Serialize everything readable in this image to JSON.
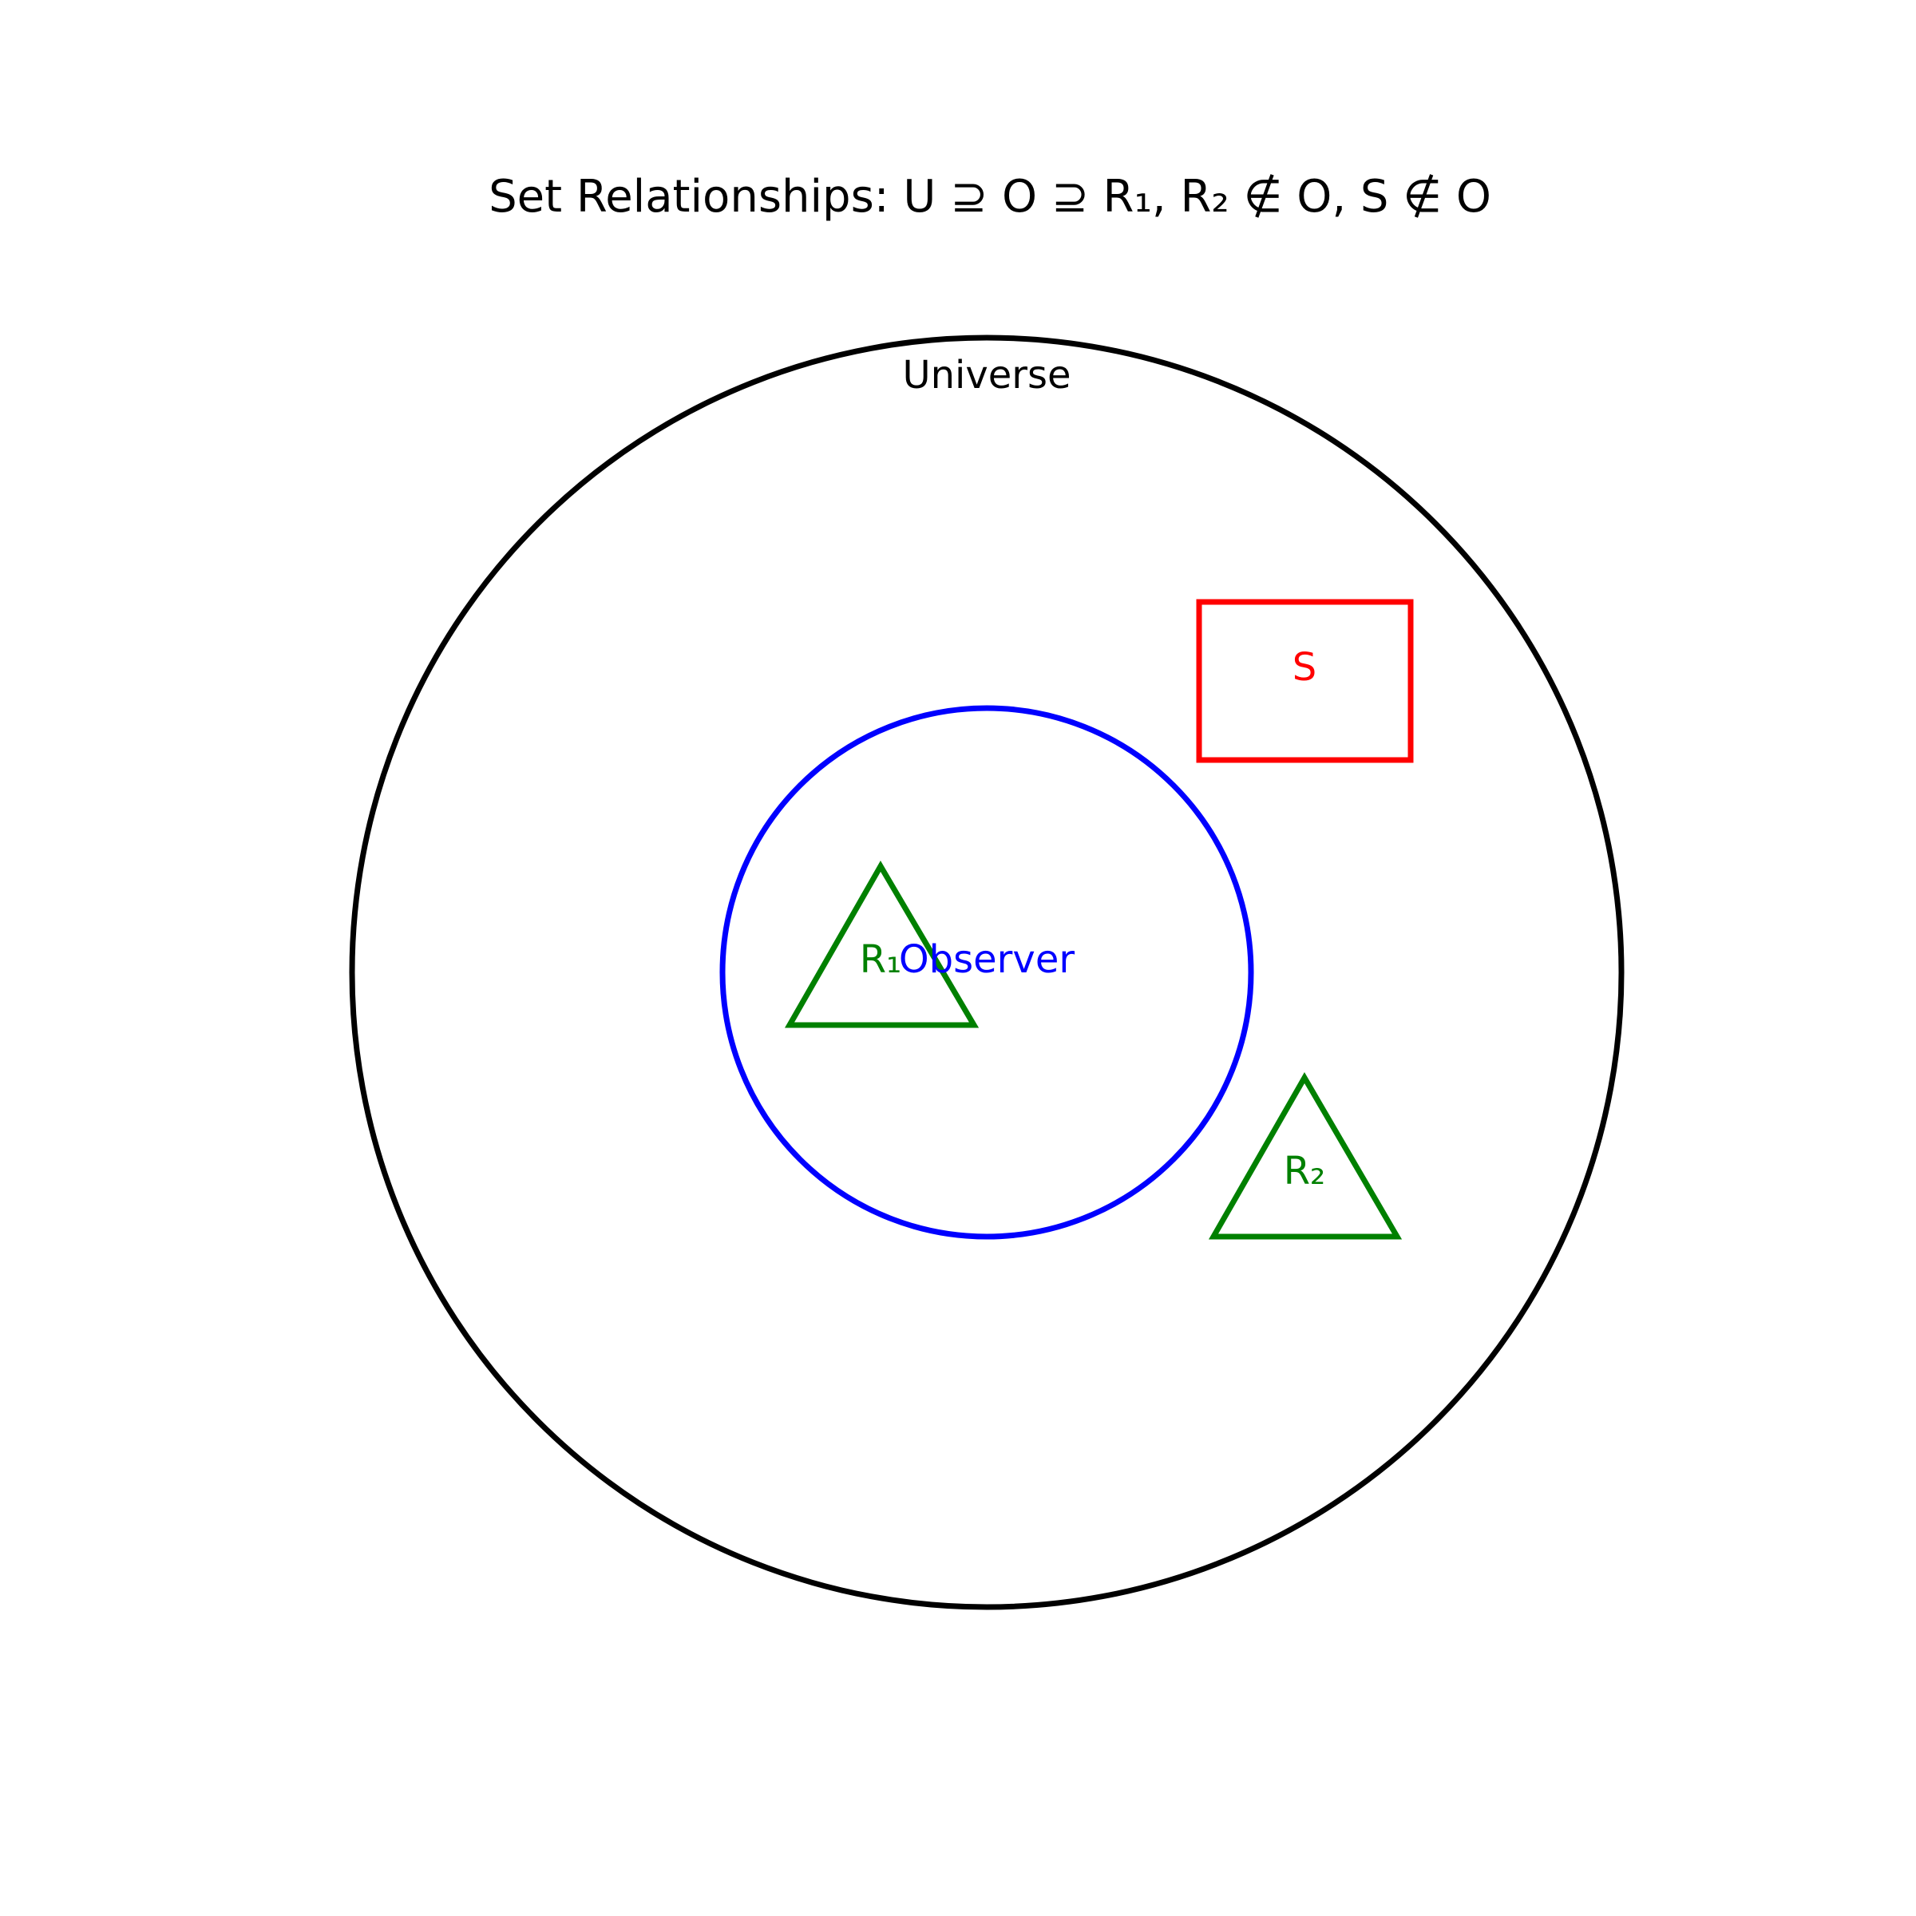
{
  "title": "Set Relationships: U ⊇ O ⊇ R₁, R₂ ∉ O, S ∉ O",
  "universe": {
    "label": "Universe",
    "color": "#000000"
  },
  "observer": {
    "label": "Observer",
    "color": "#0000ff"
  },
  "r1": {
    "label": "R₁",
    "color": "#008000"
  },
  "r2": {
    "label": "R₂",
    "color": "#008000"
  },
  "s": {
    "label": "S",
    "color": "#ff0000"
  }
}
